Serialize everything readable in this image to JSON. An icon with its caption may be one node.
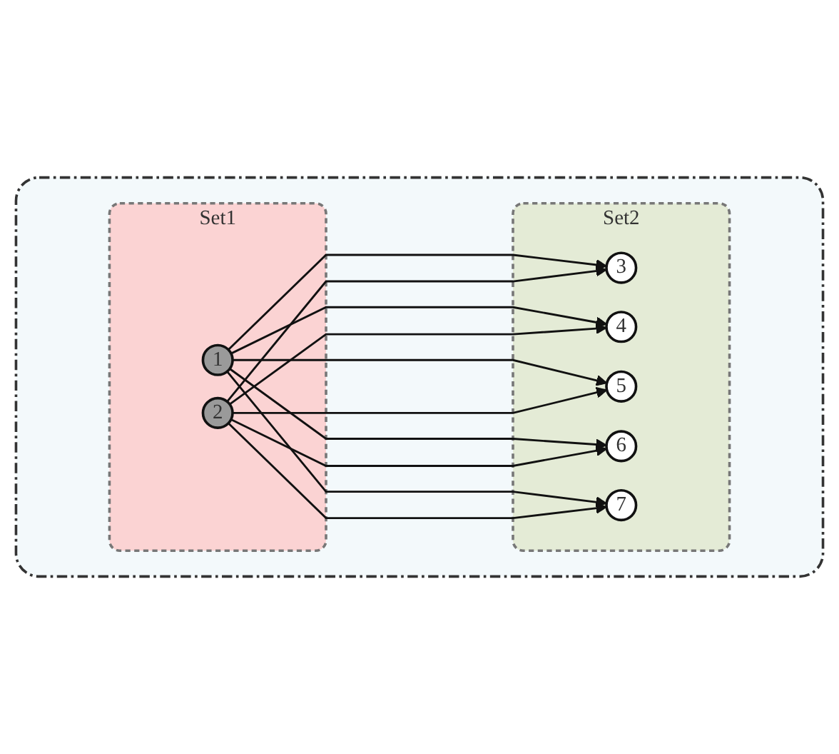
{
  "diagram": {
    "nodes": [
      {
        "text": [],
        "shape": "box"
      },
      {
        "text": [
          "Set1"
        ],
        "in": 0
      },
      {
        "text": [
          "Set2"
        ],
        "in": 0
      },
      {
        "text": [
          "1"
        ],
        "in": 1
      },
      {
        "text": [
          "2"
        ],
        "in": 1
      },
      {
        "text": [
          "3"
        ],
        "in": 2
      },
      {
        "text": [
          "4"
        ],
        "in": 2
      },
      {
        "text": [
          "5"
        ],
        "in": 2
      },
      {
        "text": [
          "6"
        ],
        "in": 2
      },
      {
        "text": [
          "7"
        ],
        "in": 2
      }
    ],
    "edges": [
      {
        "from": 3,
        "to": 5,
        "arrow": "to"
      },
      {
        "from": 3,
        "to": 6,
        "arrow": "to"
      },
      {
        "from": 3,
        "to": 7,
        "arrow": "to"
      },
      {
        "from": 3,
        "to": 8,
        "arrow": "to"
      },
      {
        "from": 3,
        "to": 9,
        "arrow": "to"
      },
      {
        "from": 4,
        "to": 5,
        "arrow": "to"
      },
      {
        "from": 4,
        "to": 6,
        "arrow": "to"
      },
      {
        "from": 4,
        "to": 7,
        "arrow": "to"
      },
      {
        "from": 4,
        "to": 8,
        "arrow": "to"
      },
      {
        "from": 4,
        "to": 9,
        "arrow": "to"
      }
    ]
  }
}
